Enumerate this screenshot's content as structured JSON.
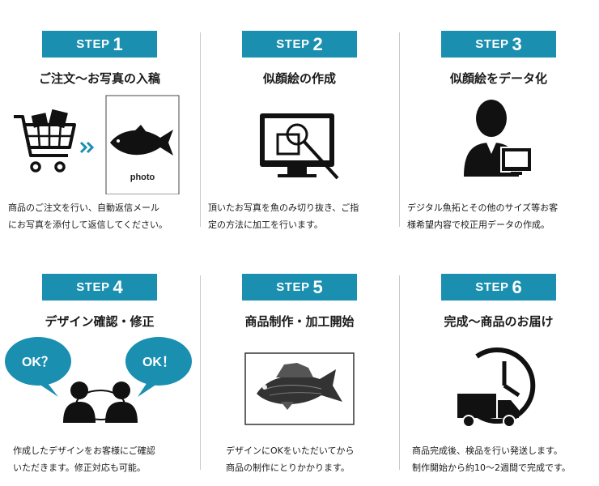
{
  "steps": [
    {
      "label": "STEP",
      "number": "1",
      "title": "ご注文～お写真の入稿",
      "lines": [
        "商品のご注文を行い、自動返信メール",
        "にお写真を添付して返信してください。"
      ],
      "photo_label": "photo"
    },
    {
      "label": "STEP",
      "number": "2",
      "title": "似顔絵の作成",
      "lines": [
        "頂いたお写真を魚のみ切り抜き、ご指",
        "定の方法に加工を行います。"
      ]
    },
    {
      "label": "STEP",
      "number": "3",
      "title": "似顔絵をデータ化",
      "lines": [
        "デジタル魚拓とその他のサイズ等お客",
        "様希望内容で校正用データの作成。"
      ]
    },
    {
      "label": "STEP",
      "number": "4",
      "title": "デザイン確認・修正",
      "lines": [
        "作成したデザインをお客様にご確認",
        "いただきます。修正対応も可能。"
      ],
      "bubble_left": "OK？",
      "bubble_right": "OK！"
    },
    {
      "label": "STEP",
      "number": "5",
      "title": "商品制作・加工開始",
      "lines": [
        "デザインにOKをいただいてから",
        "商品の制作にとりかかります。"
      ]
    },
    {
      "label": "STEP",
      "number": "6",
      "title": "完成～商品のお届け",
      "lines": [
        "商品完成後、検品を行い発送します。",
        "制作開始から約10～2週間で完成です。"
      ]
    }
  ],
  "colors": {
    "accent": "#1a8fb0",
    "text": "#1a1a1a",
    "divider": "#c8c8c8"
  }
}
